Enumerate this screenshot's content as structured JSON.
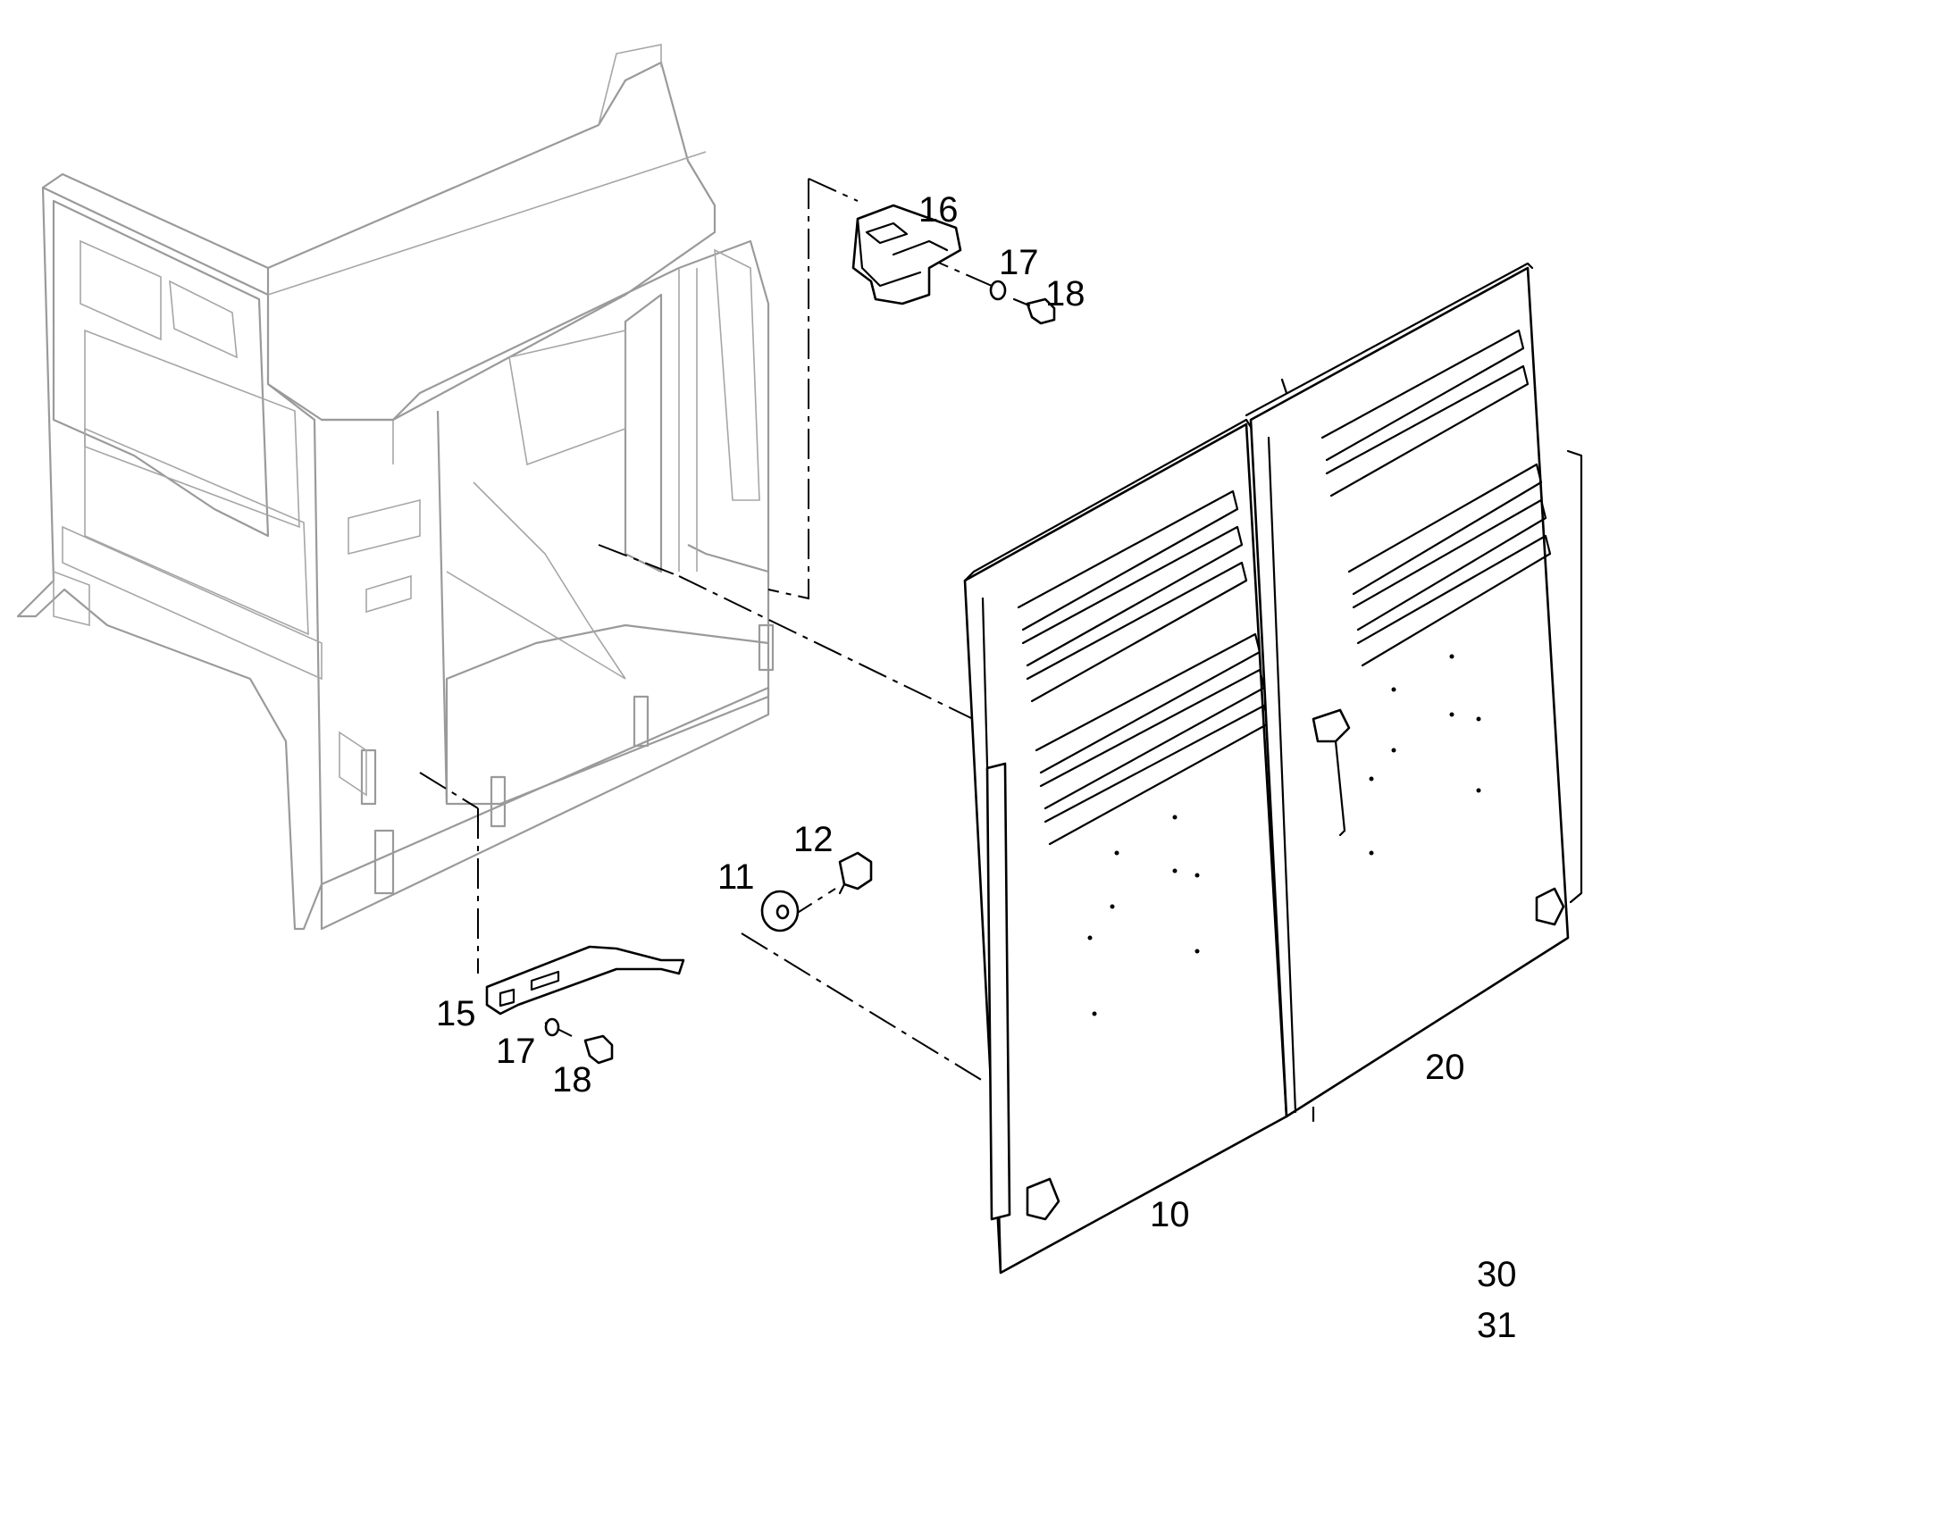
{
  "callouts": {
    "p10": "10",
    "p11": "11",
    "p12": "12",
    "p15": "15",
    "p16": "16",
    "p17a": "17",
    "p17b": "17",
    "p18a": "18",
    "p18b": "18",
    "p20": "20",
    "p30": "30",
    "p31": "31"
  },
  "colors": {
    "frame": "#9a9a9a",
    "parts": "#000000",
    "background": "#ffffff"
  }
}
